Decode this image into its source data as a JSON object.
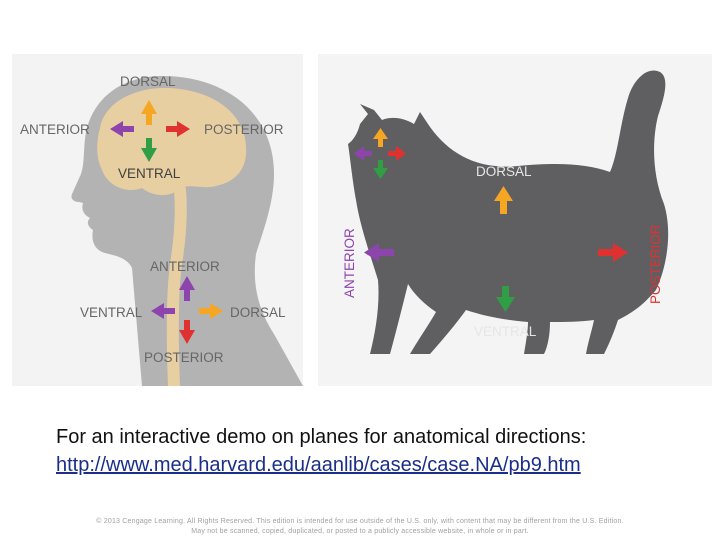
{
  "colors": {
    "dorsal": "#f5a623",
    "ventral": "#2f9e44",
    "anterior": "#8e44ad",
    "posterior": "#e03131",
    "label": "#666666",
    "silhouette": "#5f5f61",
    "brain": "#e8cfa2"
  },
  "human": {
    "dorsal_top": "DORSAL",
    "anterior_left": "ANTERIOR",
    "posterior_right": "POSTERIOR",
    "ventral_brain": "VENTRAL",
    "anterior_spine": "ANTERIOR",
    "ventral_spine": "VENTRAL",
    "dorsal_spine": "DORSAL",
    "posterior_bottom": "POSTERIOR"
  },
  "cat": {
    "dorsal": "DORSAL",
    "anterior": "ANTERIOR",
    "posterior": "POSTERIOR",
    "ventral": "VENTRAL"
  },
  "caption": {
    "text": "For an interactive demo on planes for anatomical directions:",
    "link": "http://www.med.harvard.edu/aanlib/cases/case.NA/pb9.htm"
  },
  "footer": {
    "line1": "© 2013 Cengage Learning. All Rights Reserved. This edition is intended for use outside of the U.S. only, with content that may be different from the U.S. Edition.",
    "line2": "May not be scanned, copied, duplicated, or posted to a publicly accessible website, in whole or in part."
  }
}
